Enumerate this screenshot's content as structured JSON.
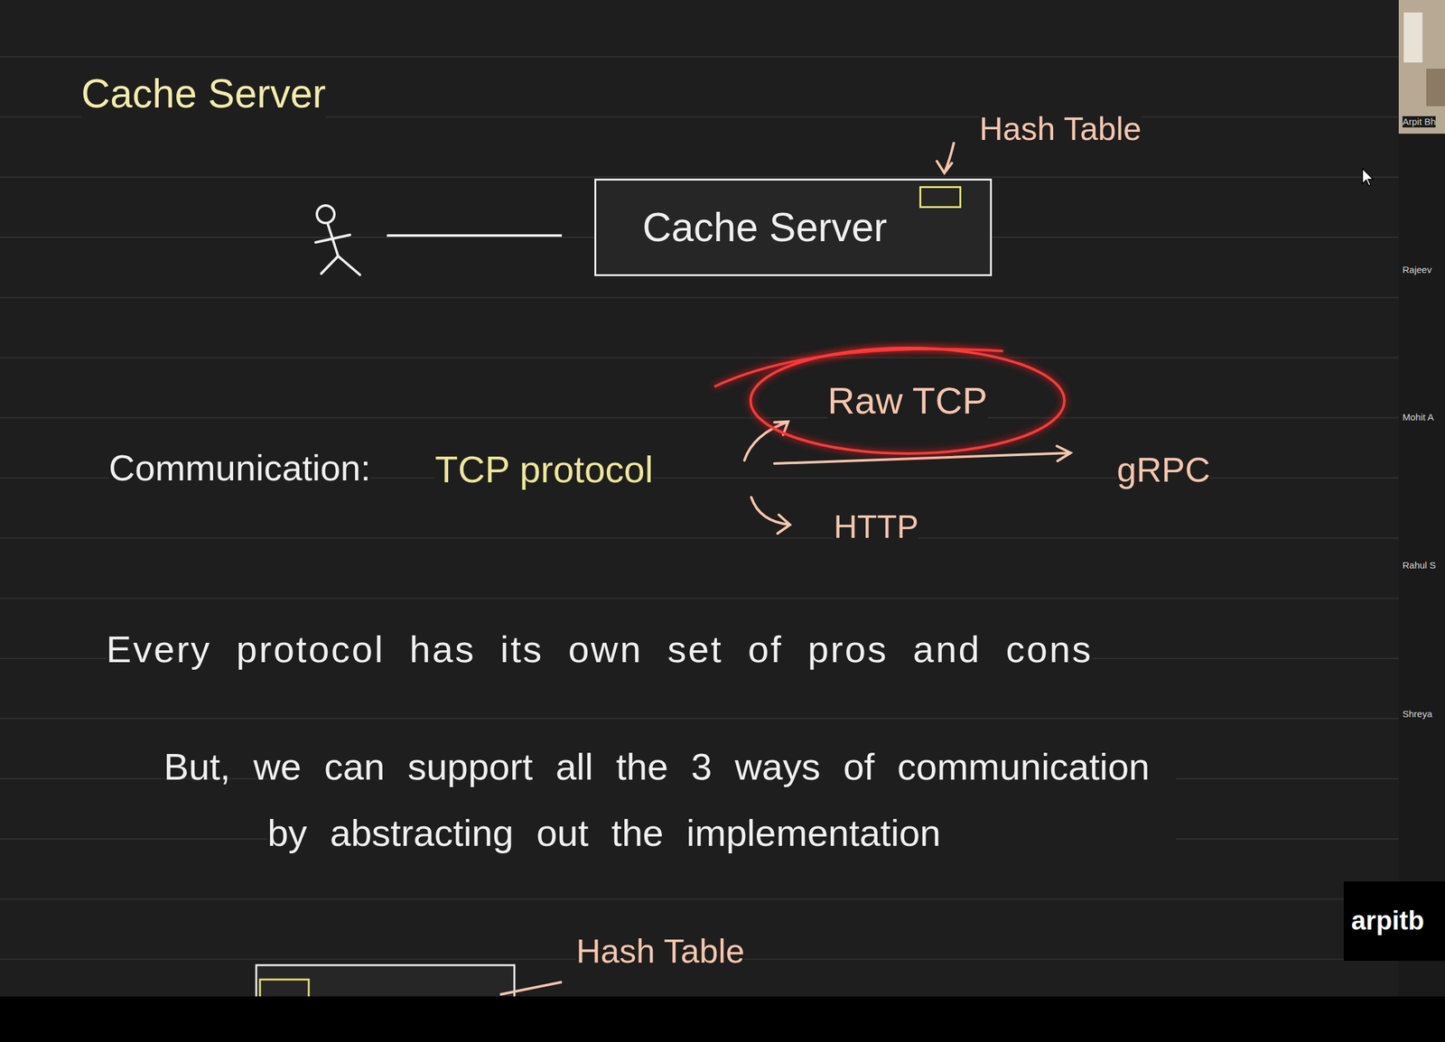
{
  "diagram": {
    "title": "Cache Server",
    "nodes": [
      {
        "text": [
          "Cache Server"
        ]
      },
      {
        "text": [
          "Raw TCP"
        ]
      }
    ],
    "labels": [
      "Hash Table",
      "Communication:",
      "TCP protocol",
      "gRPC",
      "HTTP",
      "Every protocol has its own set of pros and cons",
      "But, we can support all the 3 ways of communication by abstracting out the implementation",
      "Hash Table",
      "Arpit Bh",
      "Rajeev",
      "Mohit A",
      "Rahul S",
      "Shreya",
      "arpitb"
    ]
  }
}
